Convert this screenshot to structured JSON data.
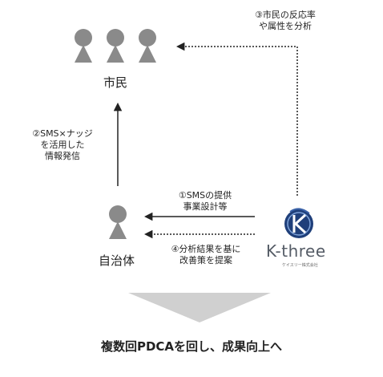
{
  "nodes": {
    "citizens_label": "市民",
    "government_label": "自治体"
  },
  "steps": {
    "step1_line1": "①SMSの提供",
    "step1_line2": "事業設計等",
    "step2_line1": "②SMS×ナッジ",
    "step2_line2": "を活用した",
    "step2_line3": "情報発信",
    "step3_line1": "③市民の反応率",
    "step3_line2": "や属性を分析",
    "step4_line1": "④分析結果を基に",
    "step4_line2": "改善策を提案"
  },
  "logo": {
    "name": "K-three",
    "subtext": "ケイスリー株式会社",
    "colors": {
      "primary": "#1f3f7a",
      "ring": "#3a62a8"
    }
  },
  "footer": {
    "text": "複数回PDCAを回し、成果向上へ"
  },
  "colors": {
    "person": "#8a8a8a",
    "arrow": "#222222",
    "chevron": "#d0d0d0"
  }
}
